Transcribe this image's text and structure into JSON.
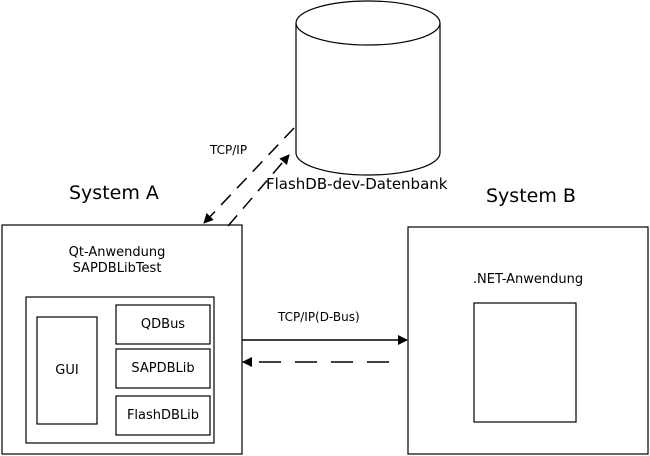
{
  "database": {
    "label": "FlashDB-dev-Datenbank"
  },
  "connections": {
    "db_link": "TCP/IP",
    "ab_link": "TCP/IP(D-Bus)"
  },
  "system_a": {
    "title": "System A",
    "app_line1": "Qt-Anwendung",
    "app_line2": "SAPDBLibTest",
    "components": {
      "gui": "GUI",
      "qdbus": "QDBus",
      "sapdblib": "SAPDBLib",
      "flashdblib": "FlashDBLib"
    }
  },
  "system_b": {
    "title": "System B",
    "app": ".NET-Anwendung"
  }
}
